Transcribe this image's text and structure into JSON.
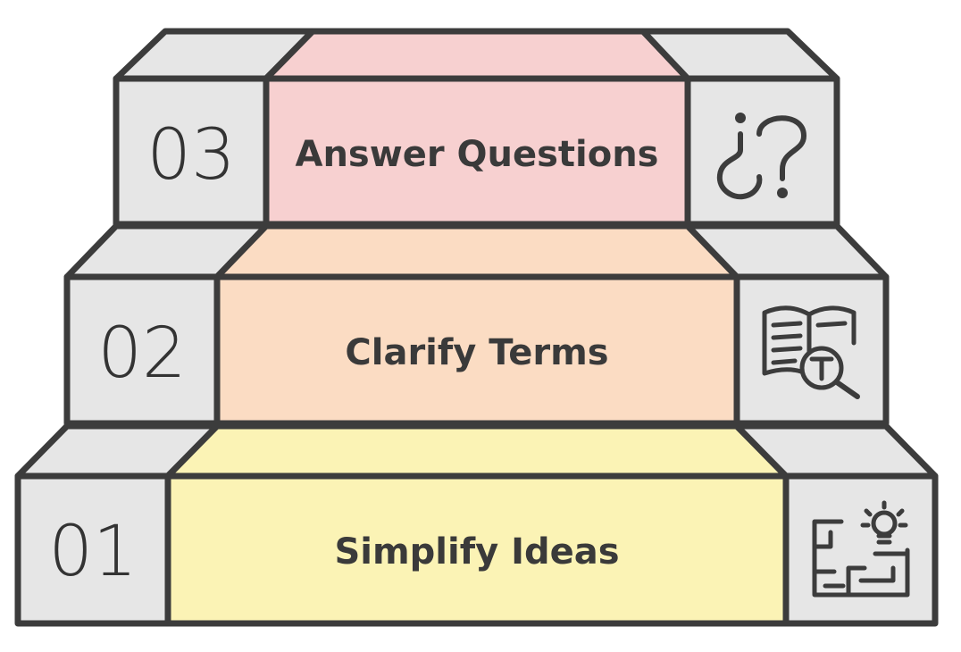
{
  "colors": {
    "outline": "#3c3c3c",
    "side": "#e6e6e6",
    "hatch": "#d6d6d6",
    "step_top": "#f6c9c9",
    "step_middle": "#fbd8bd",
    "step_bottom": "#fbf1ad"
  },
  "steps": [
    {
      "number": "01",
      "label": "Simplify Ideas",
      "icon": "idea-blueprint-icon"
    },
    {
      "number": "02",
      "label": "Clarify Terms",
      "icon": "book-search-icon"
    },
    {
      "number": "03",
      "label": "Answer Questions",
      "icon": "question-marks-icon"
    }
  ]
}
